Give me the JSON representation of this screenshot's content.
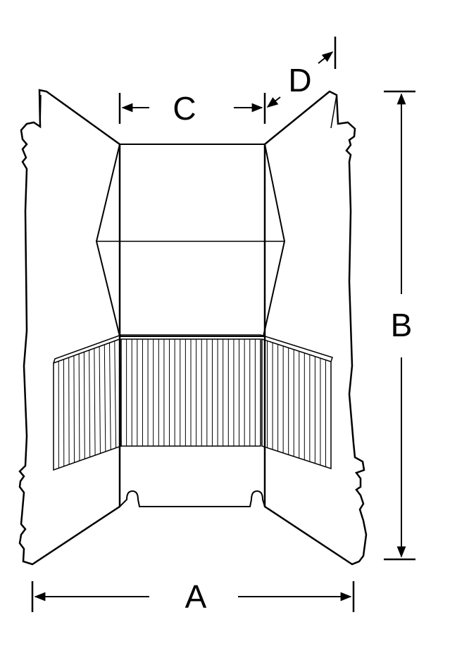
{
  "diagram": {
    "colors": {
      "line": "#000000",
      "background": "#ffffff",
      "fill": "#ffffff"
    },
    "dimensions": {
      "a": {
        "label": "A"
      },
      "b": {
        "label": "B"
      },
      "c": {
        "label": "C"
      },
      "d": {
        "label": "D"
      }
    }
  }
}
